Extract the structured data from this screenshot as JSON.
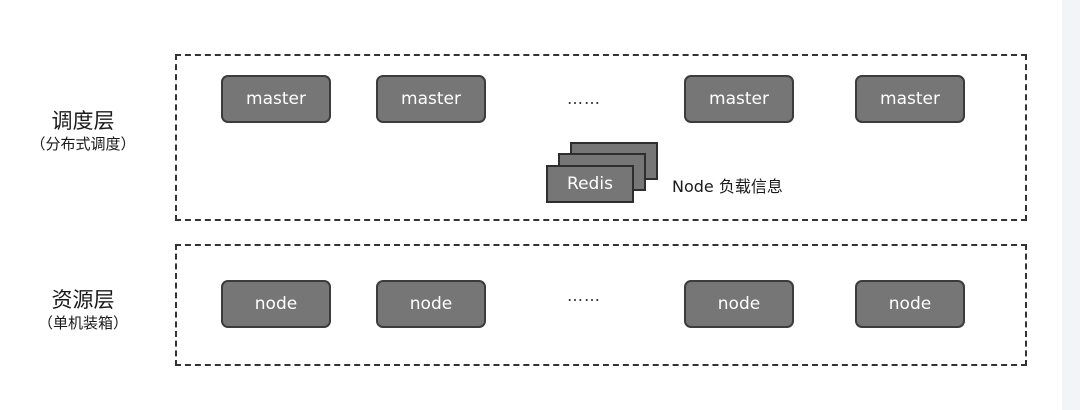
{
  "layers": {
    "scheduling": {
      "title": "调度层",
      "subtitle": "（分布式调度）"
    },
    "resource": {
      "title": "资源层",
      "subtitle": "（单机装箱）"
    }
  },
  "scheduling_nodes": [
    "master",
    "master",
    "master",
    "master"
  ],
  "resource_nodes": [
    "node",
    "node",
    "node",
    "node"
  ],
  "ellipsis": "……",
  "redis": {
    "label": "Redis",
    "note": "Node 负载信息"
  },
  "colors": {
    "box_fill": "#767676",
    "box_border": "#3c3c3c",
    "frame": "#333333"
  }
}
